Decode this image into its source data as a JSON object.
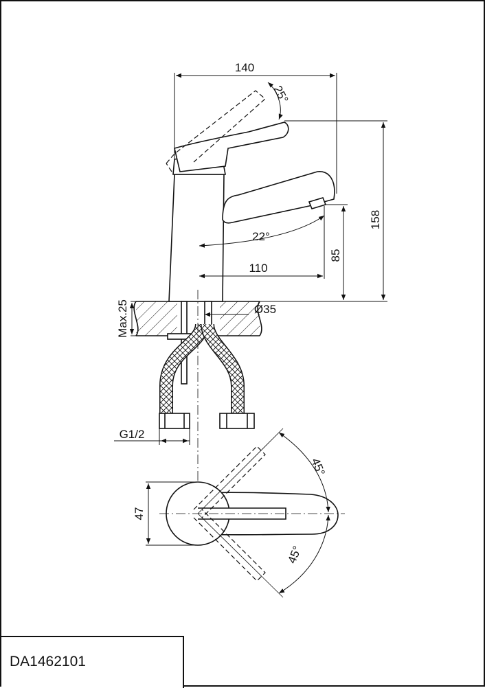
{
  "product_code": "DA1462101",
  "dimensions": {
    "overall_width": "140",
    "overall_height": "158",
    "spout_reach": "110",
    "spout_height": "85",
    "lever_tilt_angle": "25°",
    "spout_angle": "22°",
    "max_deck_thickness": "Max.25",
    "hole_diameter": "Ø35",
    "thread_size": "G1/2",
    "body_diameter": "47",
    "lever_swing_upper": "45°",
    "lever_swing_lower": "45°"
  },
  "colors": {
    "line": "#111111",
    "background": "#ffffff"
  }
}
